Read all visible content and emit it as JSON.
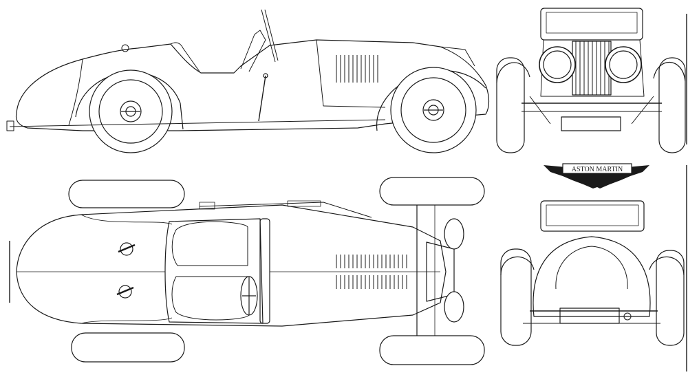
{
  "logo": {
    "text": "ASTON MARTIN"
  },
  "colors": {
    "ink": "#1a1a1a",
    "paper": "#ffffff",
    "shade": "#555555"
  },
  "views": [
    {
      "id": "side"
    },
    {
      "id": "front"
    },
    {
      "id": "top"
    },
    {
      "id": "rear"
    }
  ]
}
